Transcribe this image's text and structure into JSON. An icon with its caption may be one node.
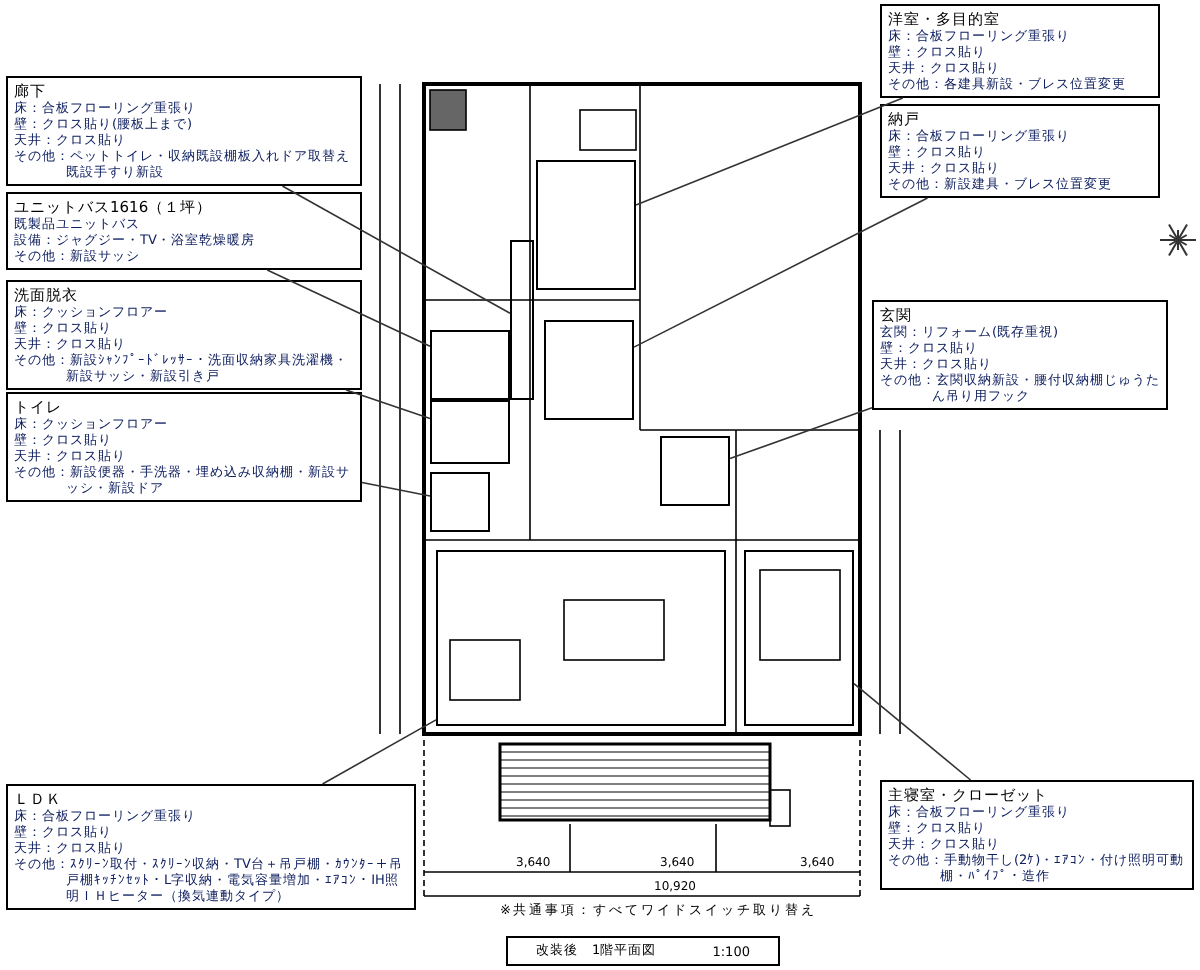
{
  "diagram": {
    "nodes": [
      {
        "text": [
          "廊下",
          "床：合板フローリング重張り",
          "壁：クロス貼り(腰板上まで)",
          "天井：クロス貼り",
          "その他：ペットトイレ・収納既設棚板入れドア取替え既設手すり新設"
        ]
      },
      {
        "text": [
          "ユニットバス1616（１坪）",
          "既製品ユニットバス",
          "設備：ジャグジー・TV・浴室乾燥暖房",
          "その他：新設サッシ"
        ]
      },
      {
        "text": [
          "洗面脱衣",
          "床：クッションフロアー",
          "壁：クロス貼り",
          "天井：クロス貼り",
          "その他：新設ｼｬﾝﾌﾟｰﾄﾞﾚｯｻｰ・洗面収納家具洗濯機・新設サッシ・新設引き戸"
        ]
      },
      {
        "text": [
          "トイレ",
          "床：クッションフロアー",
          "壁：クロス貼り",
          "天井：クロス貼り",
          "その他：新設便器・手洗器・埋め込み収納棚・新設サッシ・新設ドア"
        ]
      },
      {
        "text": [
          "洋室・多目的室",
          "床：合板フローリング重張り",
          "壁：クロス貼り",
          "天井：クロス貼り",
          "その他：各建具新設・ブレス位置変更"
        ]
      },
      {
        "text": [
          "納戸",
          "床：合板フローリング重張り",
          "壁：クロス貼り",
          "天井：クロス貼り",
          "その他：新設建具・ブレス位置変更"
        ]
      },
      {
        "text": [
          "玄関",
          "玄関：リフォーム(既存重視)",
          "壁：クロス貼り",
          "天井：クロス貼り",
          "その他：玄関収納新設・腰付収納棚じゅうたん吊り用フック"
        ]
      },
      {
        "text": [
          "ＬＤＫ",
          "床：合板フローリング重張り",
          "壁：クロス貼り",
          "天井：クロス貼り",
          "その他：ｽｸﾘｰﾝ取付・ｽｸﾘｰﾝ収納・TV台＋吊戸棚・ｶｳﾝﾀｰ＋吊戸棚ｷｯﾁﾝｾｯﾄ・L字収納・電気容量増加・ｴｱｺﾝ・IH照明ＩＨヒーター（換気連動タイプ）"
        ]
      },
      {
        "text": [
          "主寝室・クローゼット",
          "床：合板フローリング重張り",
          "壁：クロス貼り",
          "天井：クロス貼り",
          "その他：手動物干し(2ｹ)・ｴｱｺﾝ・付け照明可動棚・ﾊﾟｲﾌﾟ・造作"
        ]
      },
      {
        "text": [],
        "shape": "box"
      },
      {
        "text": [],
        "shape": "box"
      },
      {
        "text": [],
        "shape": "box"
      },
      {
        "text": [],
        "shape": "box"
      },
      {
        "text": [],
        "shape": "box"
      },
      {
        "text": [],
        "shape": "box"
      },
      {
        "text": [],
        "shape": "box"
      },
      {
        "text": [],
        "shape": "box"
      },
      {
        "text": [],
        "shape": "box"
      },
      {
        "text": [
          "改装後　1階平面図",
          "1:100"
        ]
      }
    ],
    "edges": [
      {
        "from": 0,
        "to": 9,
        "arrow": "none"
      },
      {
        "from": 1,
        "to": 10,
        "arrow": "none"
      },
      {
        "from": 2,
        "to": 11,
        "arrow": "none"
      },
      {
        "from": 3,
        "to": 12,
        "arrow": "none"
      },
      {
        "from": 4,
        "to": 13,
        "arrow": "none"
      },
      {
        "from": 5,
        "to": 14,
        "arrow": "none"
      },
      {
        "from": 6,
        "to": 15,
        "arrow": "none"
      },
      {
        "from": 7,
        "to": 16,
        "arrow": "none"
      },
      {
        "from": 8,
        "to": 17,
        "arrow": "none"
      }
    ],
    "labels": [
      "3,640",
      "3,640",
      "3,640",
      "10,920",
      "※共通事項：すべてワイドスイッチ取り替え"
    ]
  }
}
